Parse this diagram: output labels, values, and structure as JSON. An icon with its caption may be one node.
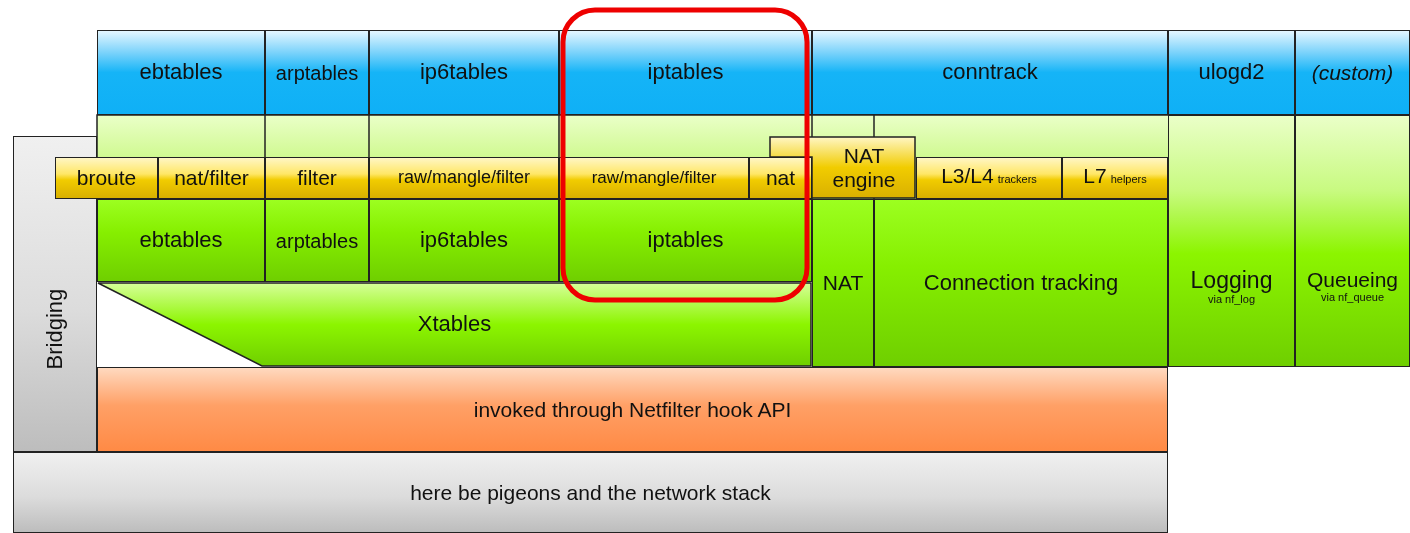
{
  "diagram": {
    "nodes": [
      {
        "text": [
          "ebtables"
        ]
      },
      {
        "text": [
          "arptables"
        ]
      },
      {
        "text": [
          "ip6tables"
        ]
      },
      {
        "text": [
          "iptables"
        ]
      },
      {
        "text": [
          "conntrack"
        ]
      },
      {
        "text": [
          "ulogd2"
        ]
      },
      {
        "text": [
          "(custom)"
        ]
      },
      {
        "text": [
          "Bridging"
        ]
      },
      {
        "text": [
          "broute"
        ]
      },
      {
        "text": [
          "nat/filter"
        ]
      },
      {
        "text": [
          "filter"
        ]
      },
      {
        "text": [
          "raw/mangle/filter"
        ]
      },
      {
        "text": [
          "raw/mangle/filter"
        ]
      },
      {
        "text": [
          "nat"
        ]
      },
      {
        "text": [
          "NAT engine"
        ]
      },
      {
        "text": [
          "L3/L4",
          "trackers"
        ]
      },
      {
        "text": [
          "L7",
          "helpers"
        ]
      },
      {
        "text": [
          "ebtables"
        ]
      },
      {
        "text": [
          "arptables"
        ]
      },
      {
        "text": [
          "ip6tables"
        ]
      },
      {
        "text": [
          "iptables"
        ]
      },
      {
        "text": [
          "Xtables"
        ]
      },
      {
        "text": [
          "NAT"
        ]
      },
      {
        "text": [
          "Connection tracking"
        ]
      },
      {
        "text": [
          "Logging",
          "via nf_log"
        ]
      },
      {
        "text": [
          "Queueing",
          "via nf_queue"
        ]
      },
      {
        "text": [
          "invoked through Netfilter hook API"
        ]
      },
      {
        "text": [
          "here be pigeons and the network stack"
        ]
      }
    ]
  }
}
